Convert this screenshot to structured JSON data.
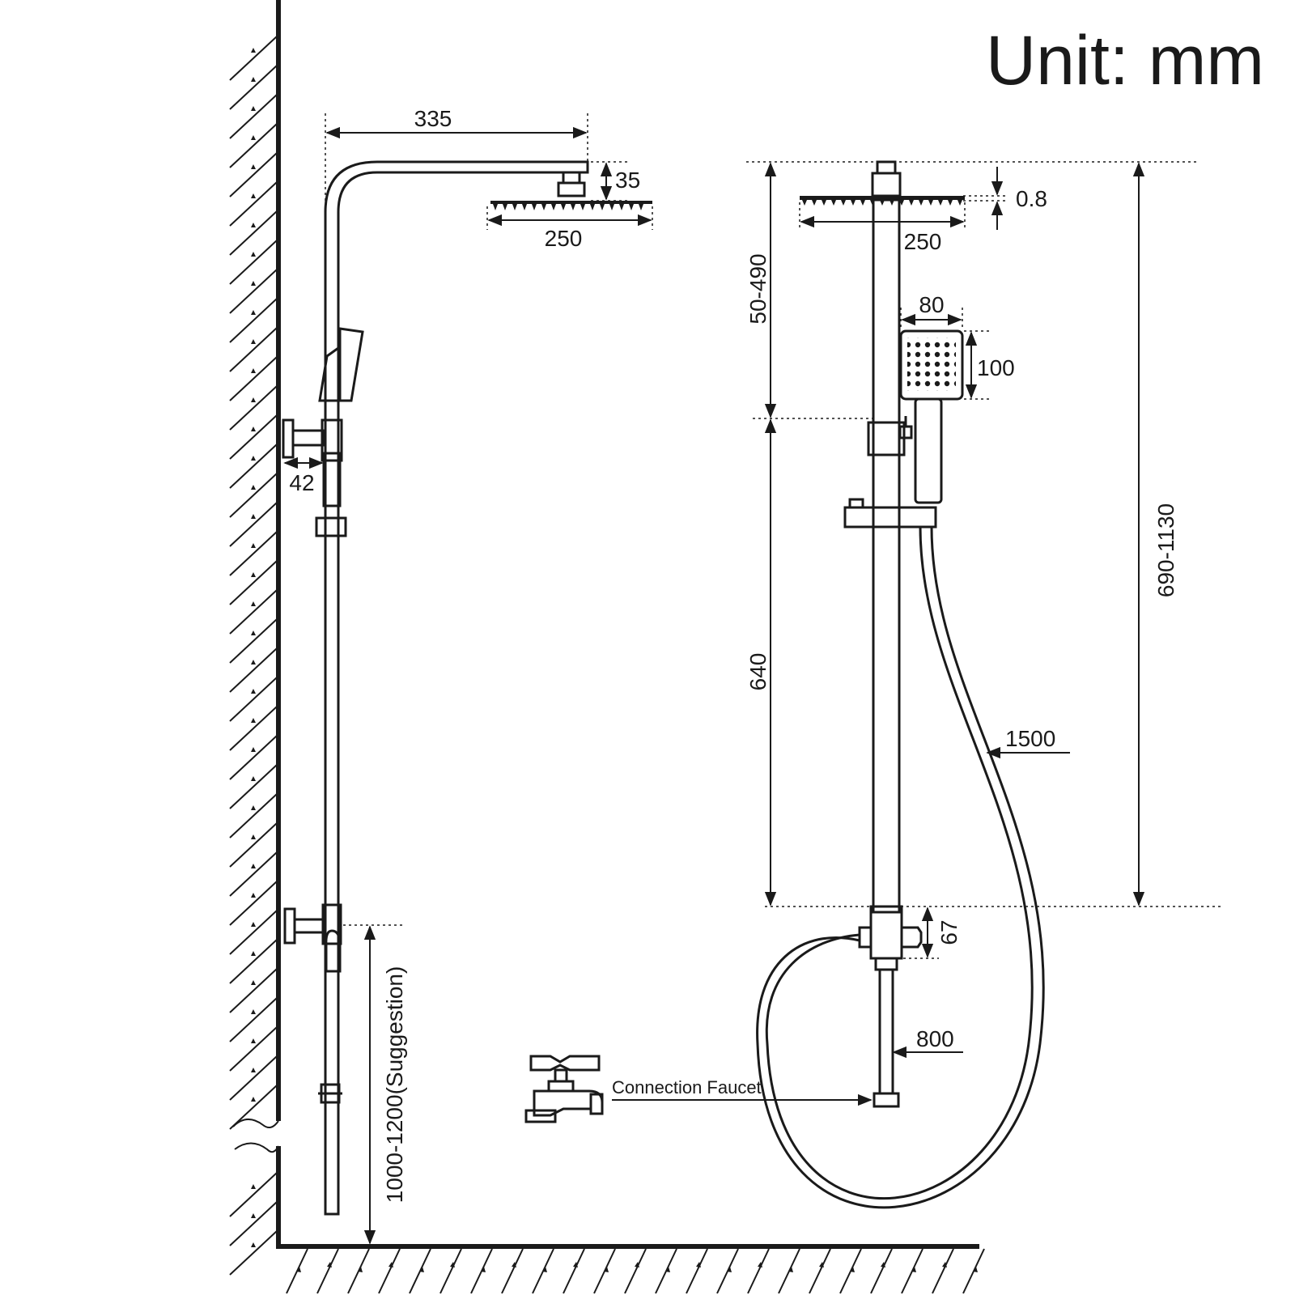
{
  "unit_label": "Unit: mm",
  "side_view": {
    "arm_length": "335",
    "head_thickness": "35",
    "head_width": "250",
    "wall_offset": "42",
    "height_suggestion": "1000-1200(Suggestion)"
  },
  "front_view": {
    "head_thickness": "0.8",
    "head_width": "250",
    "arm_adjust_range": "50-490",
    "hand_shower_width": "80",
    "hand_shower_height": "100",
    "bar_length": "640",
    "total_height_range": "690-1130",
    "hose_length": "1500",
    "diverter_height": "67",
    "connection_hose_length": "800",
    "faucet_label": "Connection Faucet"
  },
  "colors": {
    "ink": "#1a1a1a",
    "background": "#ffffff"
  }
}
